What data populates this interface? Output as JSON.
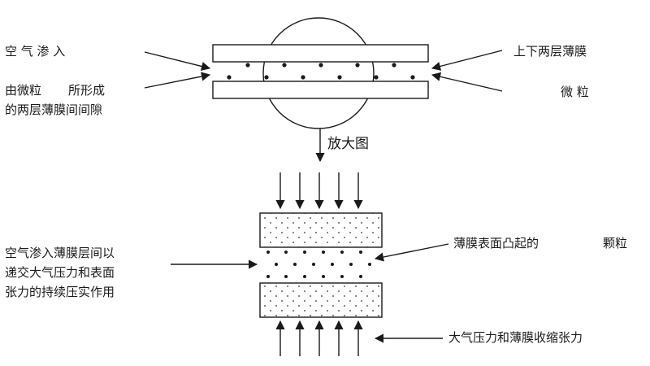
{
  "top_diagram": {
    "labels": {
      "air_seep": "空 气 渗 入",
      "gap_line1": "由微粒",
      "gap_line1_end": "所形成",
      "gap_line2": "的两层薄膜间间隙",
      "films": "上下两层薄膜",
      "particles": "微 粒"
    }
  },
  "connector": {
    "magnified_label": "放大图"
  },
  "bottom_diagram": {
    "labels": {
      "left_line1": "空气渗入薄膜层间以",
      "left_line2": "递交大气压力和表面",
      "left_line3": "张力的持续压实作用",
      "surface_particles_start": "薄膜表面凸起的",
      "surface_particles_end": "颗粒",
      "pressure_tension": "大气压力和薄膜收缩张力"
    }
  }
}
